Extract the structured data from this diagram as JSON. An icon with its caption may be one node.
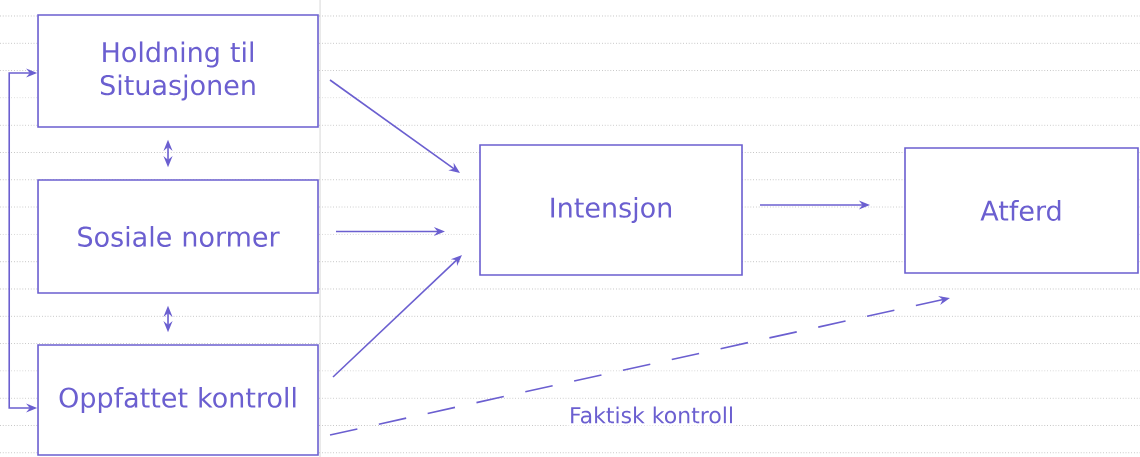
{
  "diagram": {
    "nodes": [
      {
        "text": [
          "Holdning til Situasjonen"
        ]
      },
      {
        "text": [
          "Sosiale normer"
        ]
      },
      {
        "text": [
          "Oppfattet kontroll"
        ]
      },
      {
        "text": [
          "Intensjon"
        ]
      },
      {
        "text": [
          "Atferd"
        ]
      }
    ],
    "edges": [
      {
        "from": 0,
        "to": 1,
        "arrow": "both"
      },
      {
        "from": 1,
        "to": 2,
        "arrow": "both"
      },
      {
        "from": 0,
        "to": 2,
        "arrow": "both"
      },
      {
        "from": 0,
        "to": 3,
        "arrow": "to"
      },
      {
        "from": 1,
        "to": 3,
        "arrow": "to"
      },
      {
        "from": 2,
        "to": 3,
        "arrow": "to"
      },
      {
        "from": 3,
        "to": 4,
        "arrow": "to"
      },
      {
        "from": 2,
        "to": 4,
        "arrow": "to",
        "style": "dashed",
        "label": "Faktisk kontroll"
      }
    ]
  }
}
